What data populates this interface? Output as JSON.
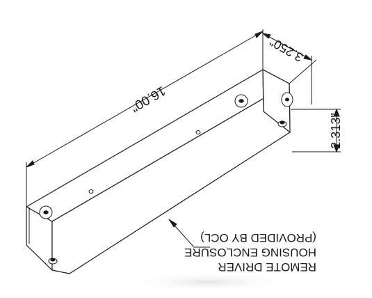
{
  "drawing": {
    "dimensions": {
      "length": "16.00\"",
      "width": "3.250\"",
      "height": "2.313\""
    },
    "callout": {
      "lines": [
        "REMOTE DRIVER",
        "HOUSING ENCLOSURE",
        "(PROVIDED BY OCL)"
      ]
    },
    "colors": {
      "line": "#1a1a1a",
      "background": "#ffffff",
      "shadow": "#e9e9e9"
    }
  }
}
